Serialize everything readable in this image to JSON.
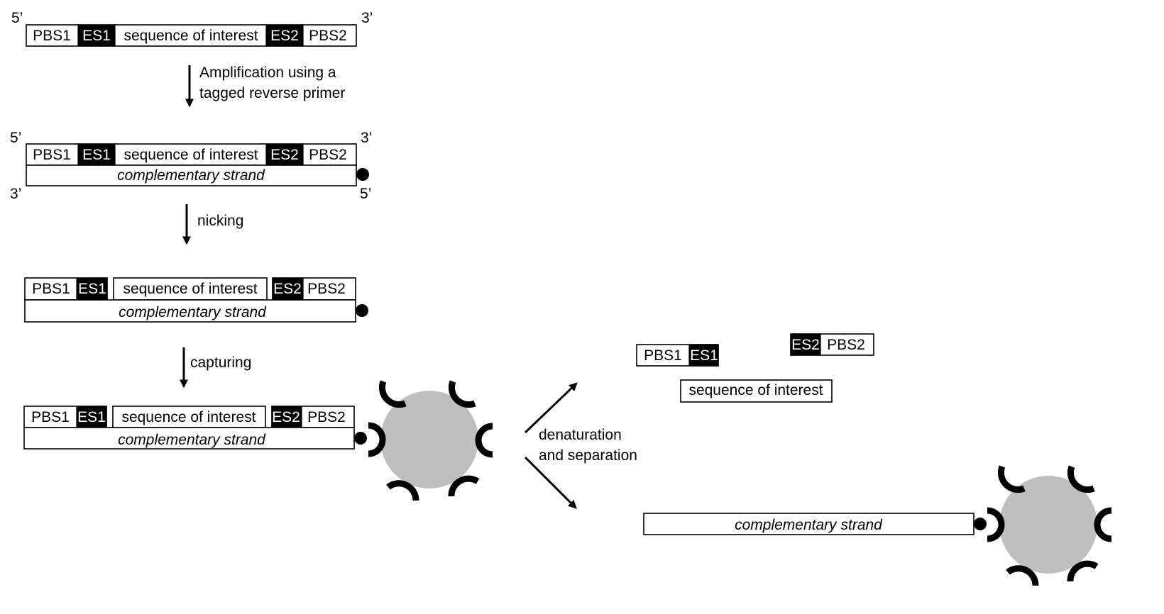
{
  "labels": {
    "pbs1": "PBS1",
    "es1": "ES1",
    "soi": "sequence of interest",
    "es2": "ES2",
    "pbs2": "PBS2",
    "comp": "complementary strand",
    "five_prime": "5’",
    "three_prime": "3’"
  },
  "steps": {
    "amplification_line1": "Amplification using a",
    "amplification_line2": "tagged reverse primer",
    "nicking": "nicking",
    "capturing": "capturing",
    "denaturation_line1": "denaturation",
    "denaturation_line2": "and separation"
  },
  "colors": {
    "enzyme_site_fill": "#000000",
    "bead_fill": "#bfbfbf",
    "outline": "#000000"
  }
}
